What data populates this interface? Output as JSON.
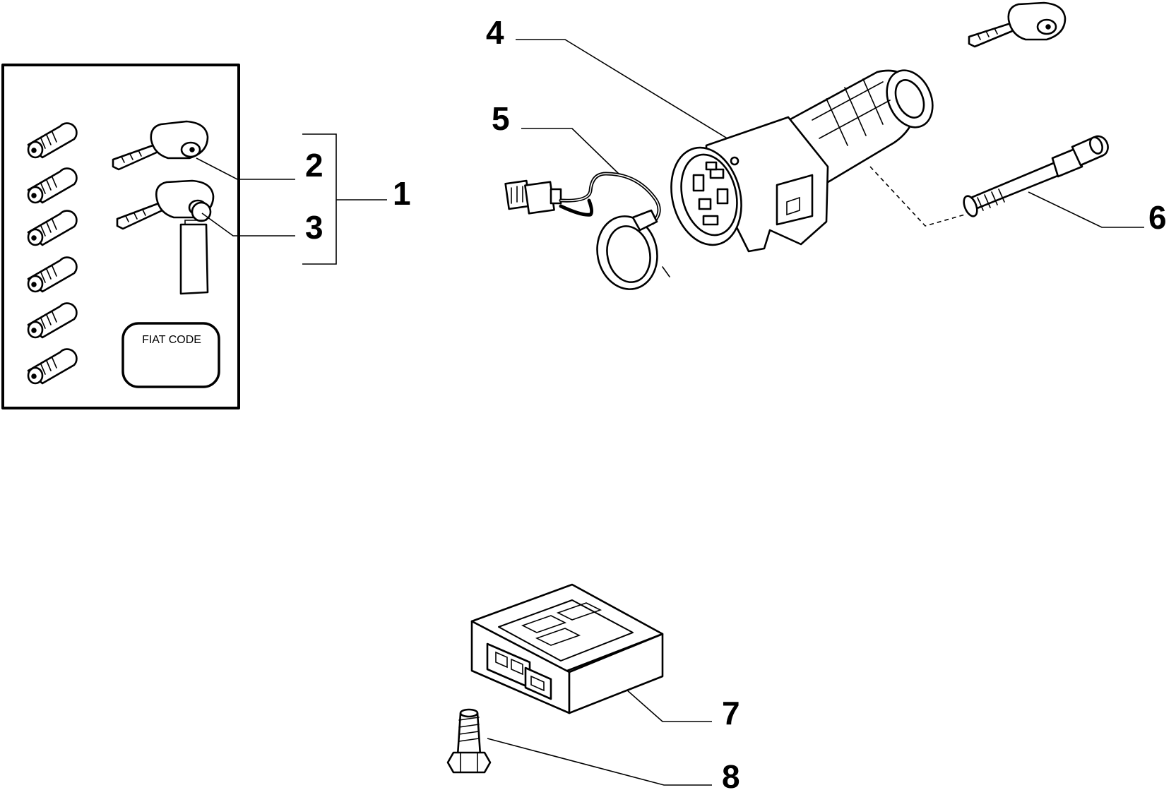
{
  "callouts": {
    "c1": "1",
    "c2": "2",
    "c3": "3",
    "c4": "4",
    "c5": "5",
    "c6": "6",
    "c7": "7",
    "c8": "8"
  },
  "box_label": "FIAT CODE"
}
